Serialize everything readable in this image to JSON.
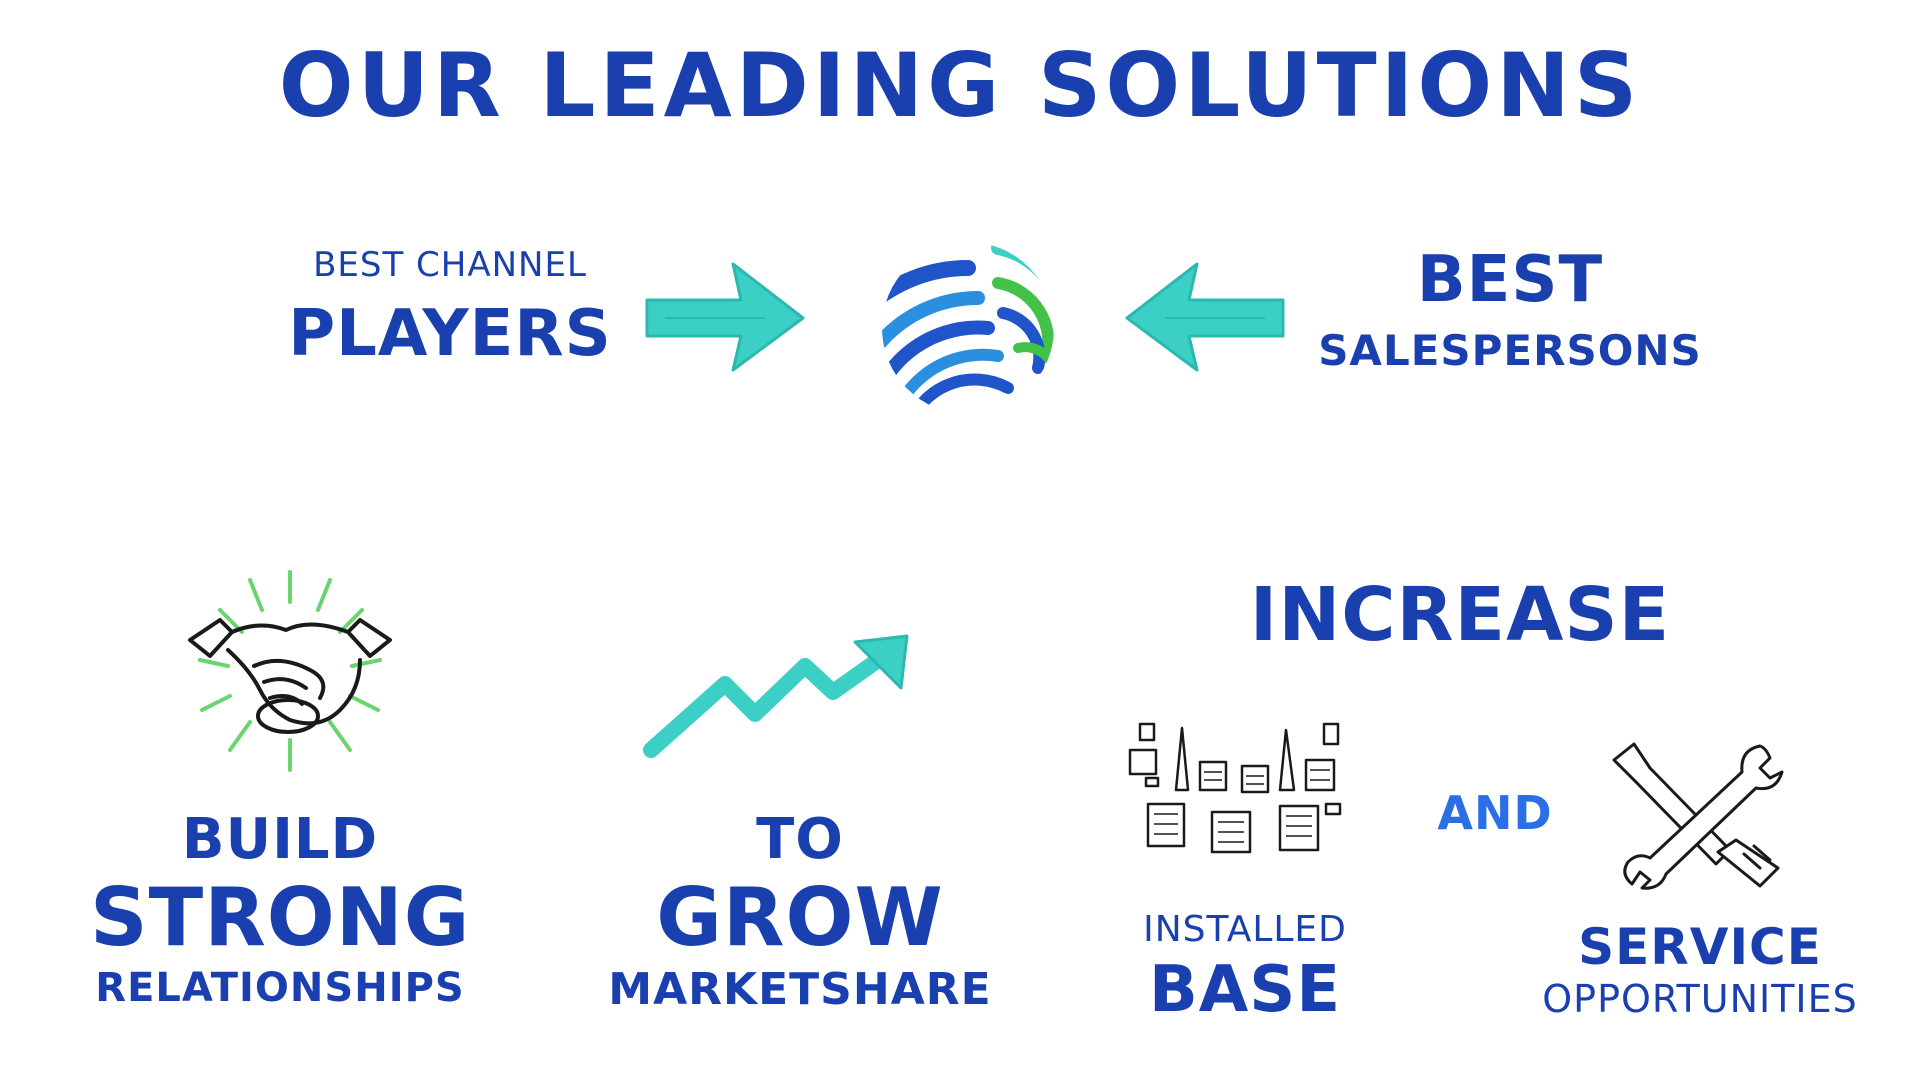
{
  "colors": {
    "text_blue": "#1a3fae",
    "accent_blue": "#2b6fe6",
    "arrow_teal": "#3ccfc6",
    "orb_blue": "#1f55c8",
    "orb_green": "#43c24a",
    "sketch_black": "#1a1a1a",
    "ray_green": "#6ad46f"
  },
  "title": "OUR LEADING SOLUTIONS",
  "top_row": {
    "left_small": "BEST CHANNEL",
    "left_big": "PLAYERS",
    "left_arrow_icon": "arrow-right-icon",
    "center_icon": "globe-logo-icon",
    "right_arrow_icon": "arrow-left-icon",
    "right_big": "BEST",
    "right_small": "SALESPERSONS"
  },
  "build": {
    "icon": "handshake-icon",
    "line1": "BUILD",
    "line2": "STRONG",
    "line3": "RELATIONSHIPS"
  },
  "grow": {
    "icon": "growth-arrow-icon",
    "line1": "TO",
    "line2": "GROW",
    "line3": "MARKETSHARE"
  },
  "increase": {
    "heading": "INCREASE",
    "installed_icon": "buildings-icon",
    "installed_line1": "INSTALLED",
    "installed_line2": "BASE",
    "and_label": "AND",
    "service_icon": "tools-icon",
    "service_line1": "SERVICE",
    "service_line2": "OPPORTUNITIES"
  }
}
